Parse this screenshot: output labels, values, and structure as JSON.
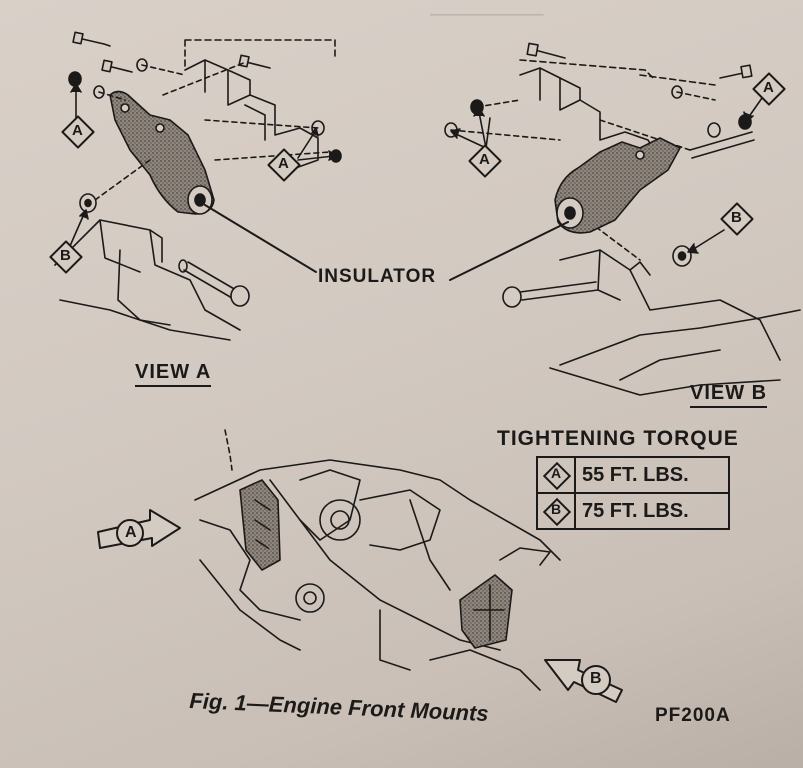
{
  "figure": {
    "caption": "Fig. 1—Engine Front Mounts",
    "code": "PF200A"
  },
  "views": {
    "a": {
      "title": "VIEW A"
    },
    "b": {
      "title": "VIEW B"
    }
  },
  "callouts": {
    "insulator": "INSULATOR",
    "a": "A",
    "b": "B"
  },
  "torque_table": {
    "title": "TIGHTENING TORQUE",
    "rows": [
      {
        "key": "A",
        "value": "55 FT. LBS."
      },
      {
        "key": "B",
        "value": "75 FT. LBS."
      }
    ]
  },
  "colors": {
    "ink": "#1c1a19",
    "paper": "#d4cbc3",
    "hatch": "#6b635c"
  }
}
